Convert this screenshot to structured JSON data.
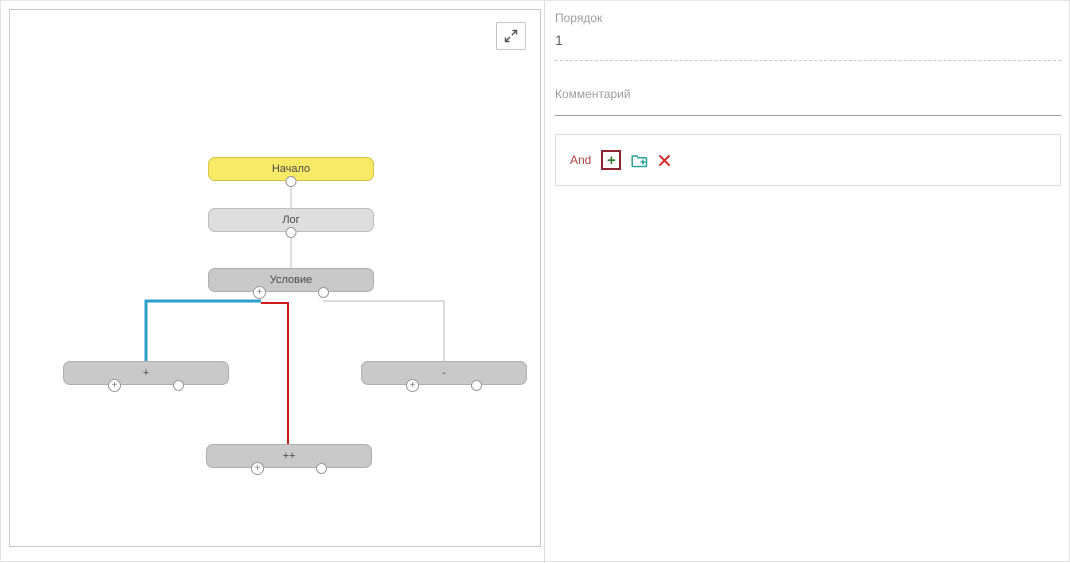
{
  "canvas": {
    "nodes": {
      "start": {
        "label": "Начало"
      },
      "log": {
        "label": "Лог"
      },
      "condition": {
        "label": "Условие"
      },
      "plus": {
        "label": "+"
      },
      "minus": {
        "label": "-"
      },
      "double_plus": {
        "label": "++"
      }
    }
  },
  "panel": {
    "order": {
      "label": "Порядок",
      "value": "1"
    },
    "comment": {
      "label": "Комментарий",
      "value": ""
    },
    "builder": {
      "operator": "And"
    }
  },
  "icons": {
    "expand": "expand-arrows",
    "add": "+",
    "add_group": "folder-plus",
    "delete": "x",
    "port_add": "+"
  },
  "colors": {
    "start_node": "#F8E967",
    "node_gray": "#C9C9C9",
    "edge_blue": "#2B9FC9",
    "edge_red": "#CF1D1D",
    "edge_gray": "#BBBBBB",
    "highlight_border": "#8E2430",
    "icon_green": "#2F7D32",
    "icon_teal": "#2AA198",
    "icon_red": "#D32F2F"
  }
}
